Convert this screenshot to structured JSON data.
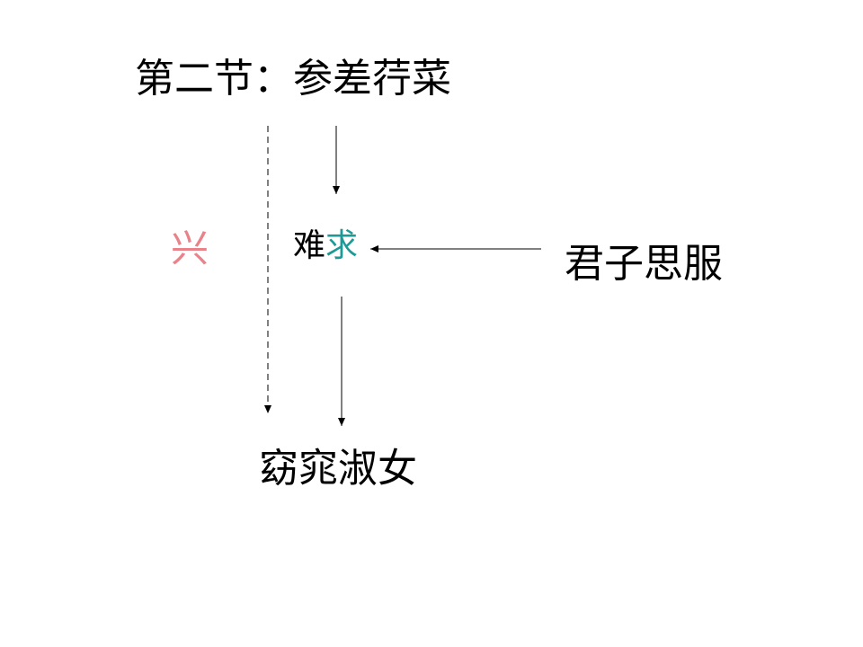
{
  "slide": {
    "title": "第二节：参差荇菜",
    "xing": "兴",
    "nanqiu_part1": "难",
    "nanqiu_part2": "求",
    "junzi": "君子思服",
    "yaotiao": "窈窕淑女"
  },
  "colors": {
    "xing": "#e8838a",
    "qiu": "#1e9a96",
    "text": "#000000",
    "arrow": "#000000"
  }
}
